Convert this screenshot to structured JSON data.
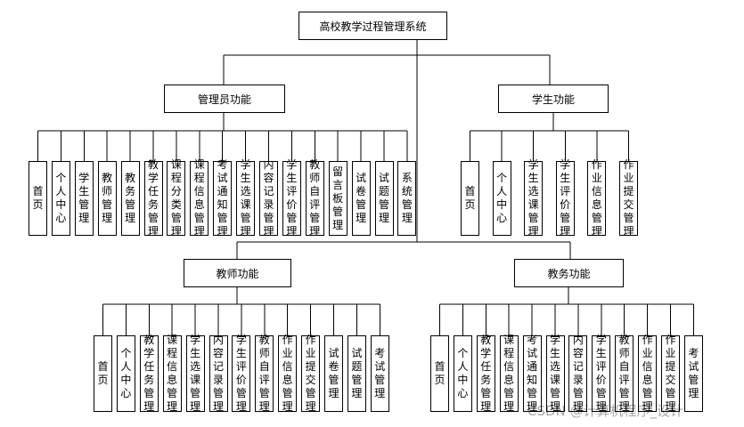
{
  "root": "高校教学过程管理系统",
  "admin": {
    "title": "管理员功能",
    "items": [
      "首页",
      "个人中心",
      "学生管理",
      "教师管理",
      "教务管理",
      "教学任务管理",
      "课程分类管理",
      "课程信息管理",
      "考试通知管理",
      "学生选课管理",
      "内容记录管理",
      "学生评价管理",
      "教师自评管理",
      "留言板管理",
      "试卷管理",
      "试题管理",
      "系统管理"
    ]
  },
  "student": {
    "title": "学生功能",
    "items": [
      "首页",
      "个人中心",
      "学生选课管理",
      "学生评价管理",
      "作业信息管理",
      "作业提交管理"
    ]
  },
  "teacher": {
    "title": "教师功能",
    "items": [
      "首页",
      "个人中心",
      "教学任务管理",
      "课程信息管理",
      "学生选课管理",
      "内容记录管理",
      "学生评价管理",
      "教师自评管理",
      "作业信息管理",
      "作业提交管理",
      "试卷管理",
      "试题管理",
      "考试管理"
    ]
  },
  "academic": {
    "title": "教务功能",
    "items": [
      "首页",
      "个人中心",
      "教学任务管理",
      "课程信息管理",
      "考试通知管理",
      "学生选课管理",
      "内容记录管理",
      "学生评价管理",
      "教师自评管理",
      "作业信息管理",
      "作业提交管理",
      "考试管理"
    ]
  },
  "watermark": "CSDN @计算机程序_设计"
}
